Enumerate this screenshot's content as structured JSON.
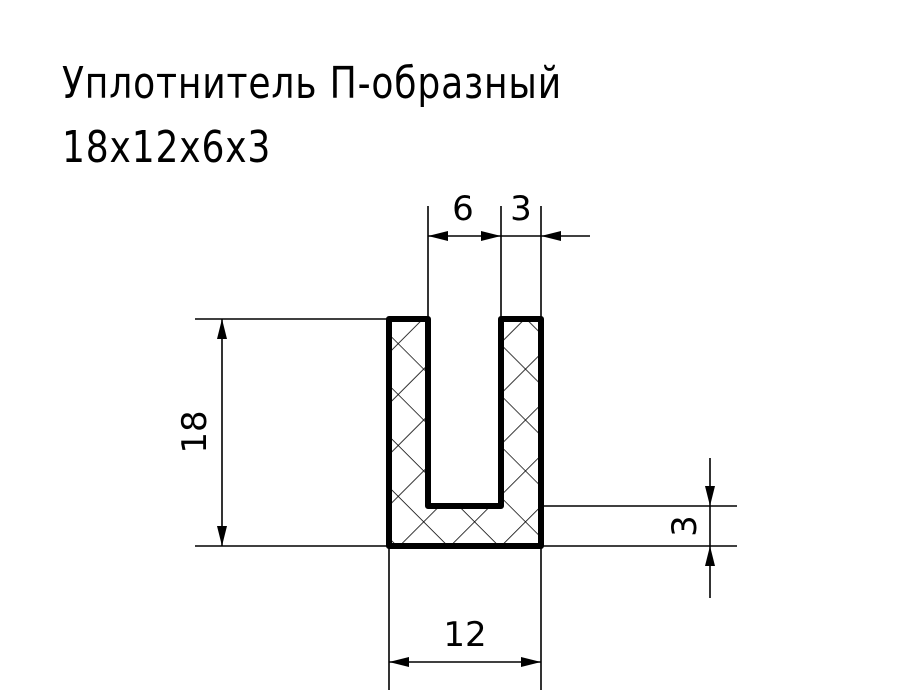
{
  "title": {
    "line1": "Уплотнитель П-образный",
    "line2": "18x12x6x3"
  },
  "dimensions": {
    "inner_width": "6",
    "wall_thickness": "3",
    "height": "18",
    "width": "12",
    "base_thickness": "3"
  },
  "colors": {
    "stroke": "#000000",
    "background": "#ffffff"
  }
}
